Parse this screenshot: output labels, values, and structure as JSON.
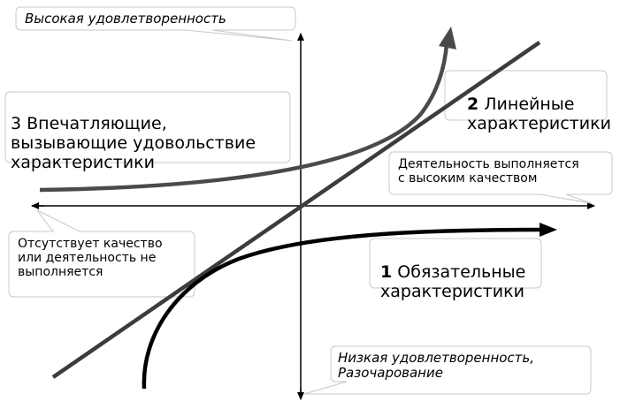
{
  "colors": {
    "axis": "#000000",
    "must_be_curve": "#000000",
    "linear_line": "#3c3c3c",
    "attractive_curve": "#4a4a4a",
    "callout_border": "#c8c8c8",
    "callout_fill": "#ffffff"
  },
  "labels": {
    "high_satisfaction": "Высокая удовлетворенность",
    "low_satisfaction": "Низкая удовлетворенность,\nРазочарование",
    "fulfilled_well": "Деятельность выполняется\nс высоким качеством",
    "not_fulfilled": "Отсутствует качество\nили деятельность не\nвыполняется"
  },
  "categories": {
    "attractive": {
      "number": "3",
      "text": " Впечатляющие,\nвызывающие удовольствие\nхарактеристики"
    },
    "linear": {
      "number": "2",
      "text": " Линейные\nхарактеристики"
    },
    "must_be": {
      "number": "1",
      "text": " Обязательные\nхарактеристики"
    }
  }
}
